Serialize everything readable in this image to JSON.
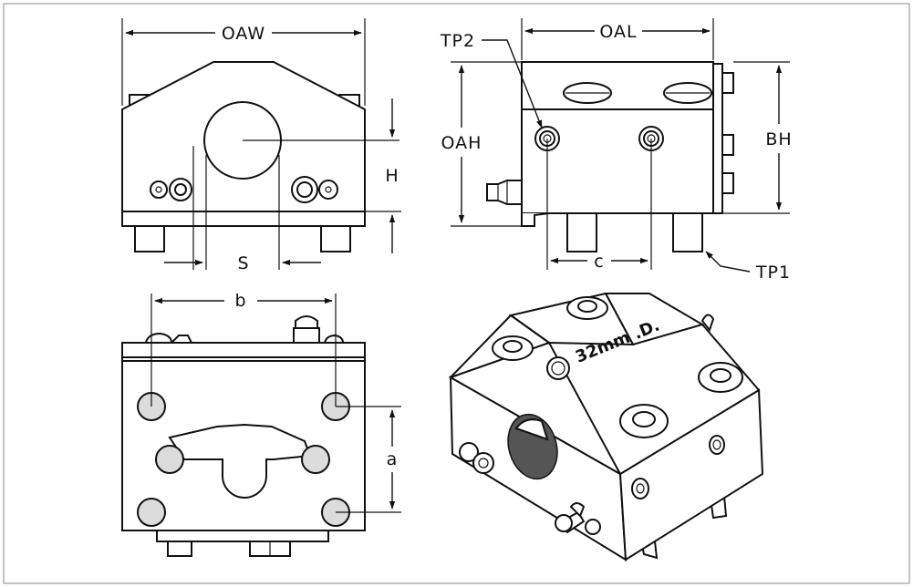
{
  "labels": {
    "oaw": "OAW",
    "oal": "OAL",
    "tp2": "TP2",
    "tp1": "TP1",
    "oah": "OAH",
    "bh": "BH",
    "h": "H",
    "s": "S",
    "c": "c",
    "b": "b",
    "a": "a",
    "marking": "32mm .D."
  },
  "colors": {
    "line": "#111111",
    "frame": "#b0b0b0",
    "shade": "#dcdcdc",
    "background": "#ffffff"
  }
}
